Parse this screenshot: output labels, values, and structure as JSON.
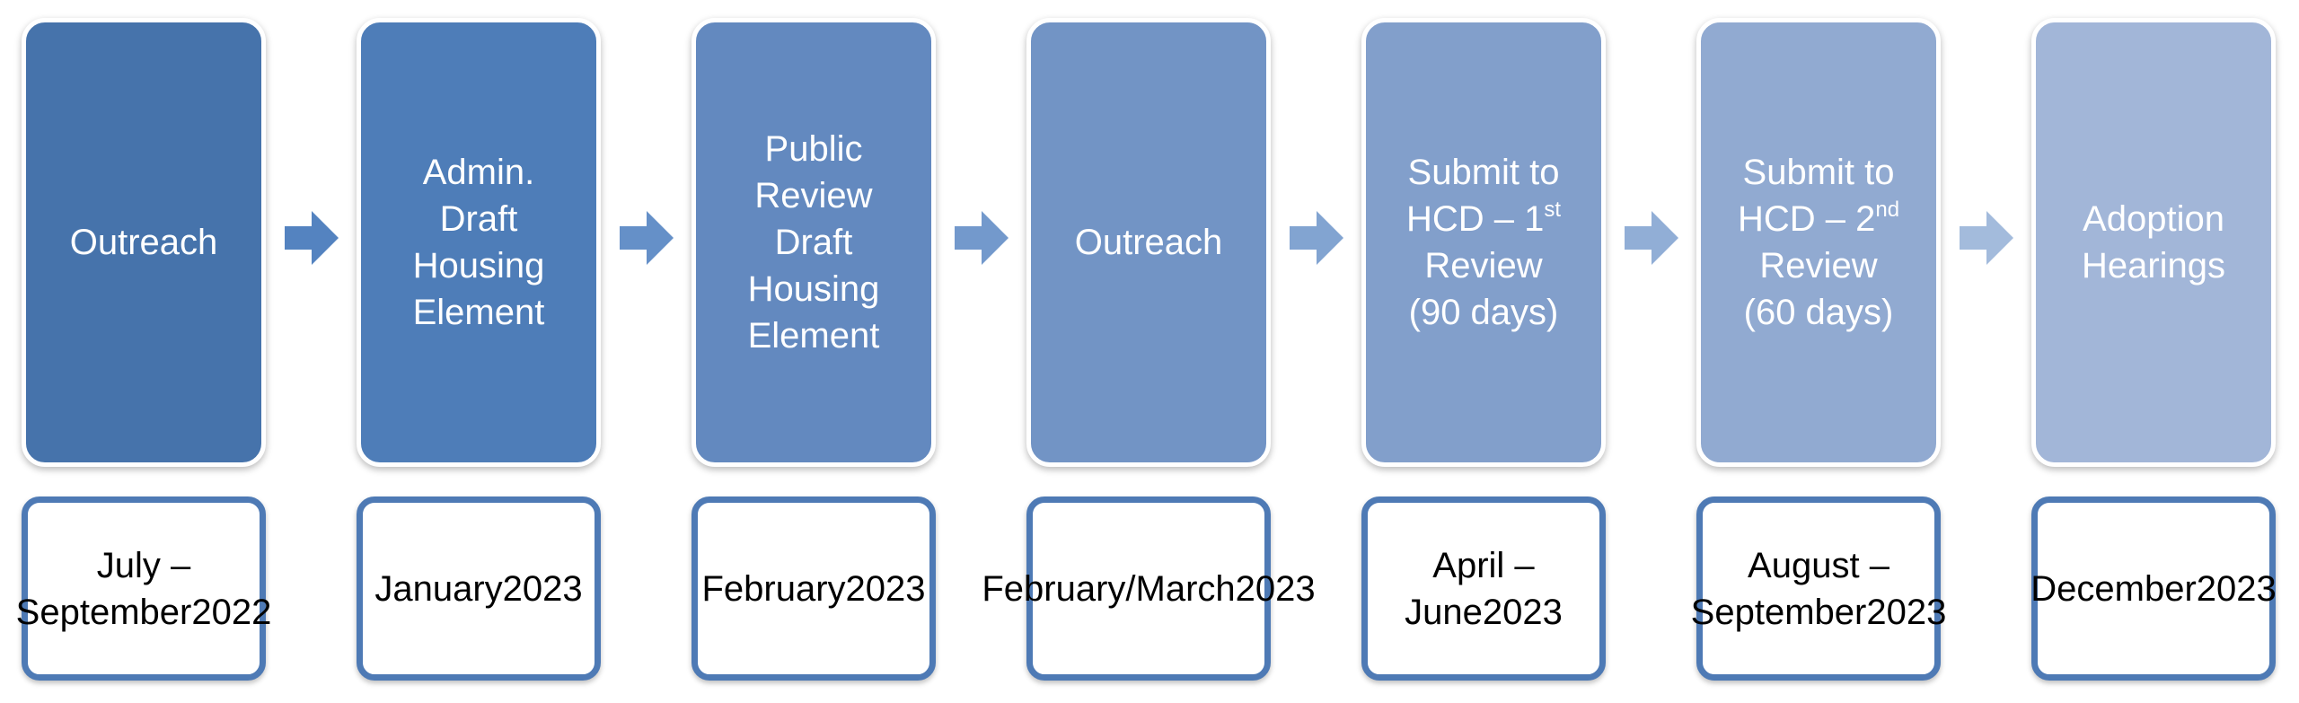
{
  "steps": [
    {
      "phase": [
        "Outreach"
      ],
      "date": [
        "July –",
        "September",
        "2022"
      ],
      "color": "#4673ab"
    },
    {
      "phase": [
        "Admin.",
        "Draft",
        "Housing",
        "Element"
      ],
      "date": [
        "January",
        "2023"
      ],
      "color": "#4e7db8"
    },
    {
      "phase": [
        "Public",
        "Review",
        "Draft",
        "Housing",
        "Element"
      ],
      "date": [
        "February",
        "2023"
      ],
      "color": "#6389bf"
    },
    {
      "phase": [
        "Outreach"
      ],
      "date": [
        "February/",
        "March",
        "2023"
      ],
      "color": "#7294c5"
    },
    {
      "phase": [
        "Submit to",
        "HCD – 1st",
        "Review",
        "(90 days)"
      ],
      "date": [
        "April – June",
        "2023"
      ],
      "color": "#829fcb"
    },
    {
      "phase": [
        "Submit to",
        "HCD – 2nd",
        "Review",
        "(60 days)"
      ],
      "date": [
        "August –",
        "September",
        "2023"
      ],
      "color": "#91aad1"
    },
    {
      "phase": [
        "Adoption",
        "Hearings"
      ],
      "date": [
        "December",
        "2023"
      ],
      "color": "#a2b6d8"
    }
  ],
  "arrows": [
    {
      "color": "#5483c0"
    },
    {
      "color": "#6590c8"
    },
    {
      "color": "#7399cc"
    },
    {
      "color": "#82a4d1"
    },
    {
      "color": "#91aed6"
    },
    {
      "color": "#a3bbdc"
    }
  ]
}
